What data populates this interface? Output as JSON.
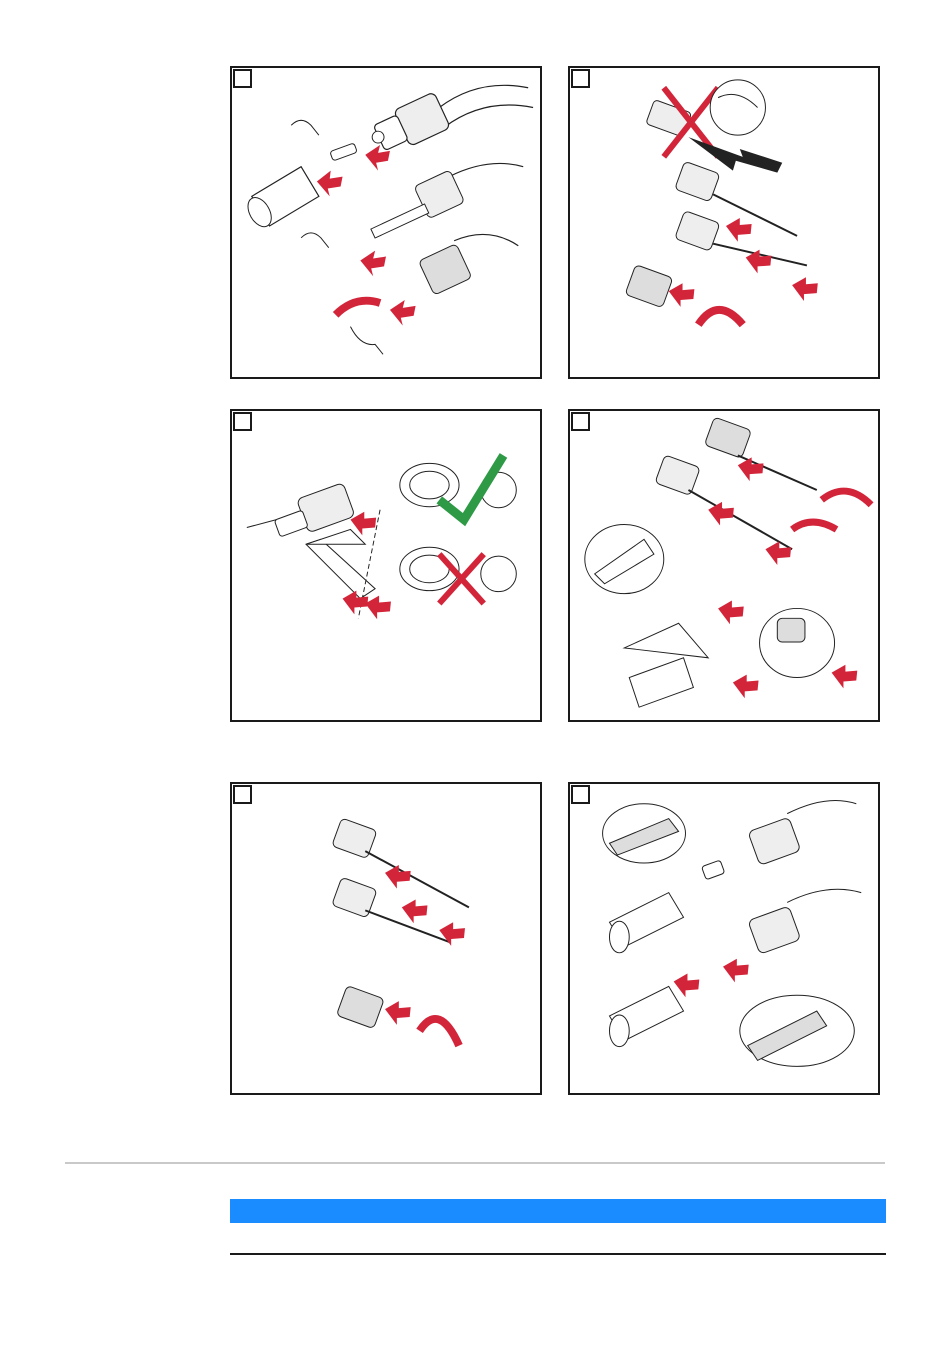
{
  "panels": [
    {
      "id": "step-1",
      "illustration": "torch-nozzle-disassembly"
    },
    {
      "id": "step-2",
      "illustration": "liner-removal"
    },
    {
      "id": "step-3",
      "illustration": "liner-end-cutting"
    },
    {
      "id": "step-4",
      "illustration": "liner-cut-and-deburr"
    },
    {
      "id": "step-5",
      "illustration": "liner-insertion"
    },
    {
      "id": "step-6",
      "illustration": "torch-reassembly"
    }
  ],
  "colors": {
    "arrow": "#d3253a",
    "check": "#2e9a46",
    "cross": "#d3253a",
    "accent_bar": "#1a8cff",
    "divider": "#c9c9c9"
  },
  "icons": [
    "check-mark-icon",
    "cross-mark-icon",
    "arrow-icon"
  ]
}
